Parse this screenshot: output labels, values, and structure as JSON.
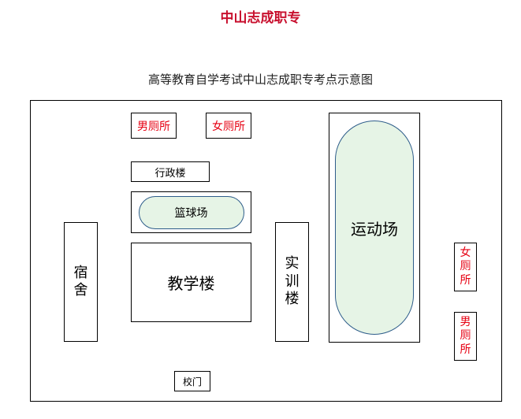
{
  "page_title": "中山志成职专",
  "map_title": "高等教育自学考试中山志成职专考点示意图",
  "locations": {
    "male_toilet_top": "男厕所",
    "female_toilet_top": "女厕所",
    "admin_building": "行政楼",
    "basketball_court": "篮球场",
    "teaching_building": "教学楼",
    "dormitory": [
      "宿",
      "舍"
    ],
    "training_building": [
      "实",
      "训",
      "楼"
    ],
    "sports_field": "运动场",
    "female_toilet_right": [
      "女",
      "厕",
      "所"
    ],
    "male_toilet_right": [
      "男",
      "厕",
      "所"
    ],
    "school_gate": "校门"
  },
  "colors": {
    "page_title": "#c8102e",
    "toilet_label": "#e60012",
    "oval_fill": "#e6f4e6",
    "oval_border": "#2e5d8a"
  }
}
